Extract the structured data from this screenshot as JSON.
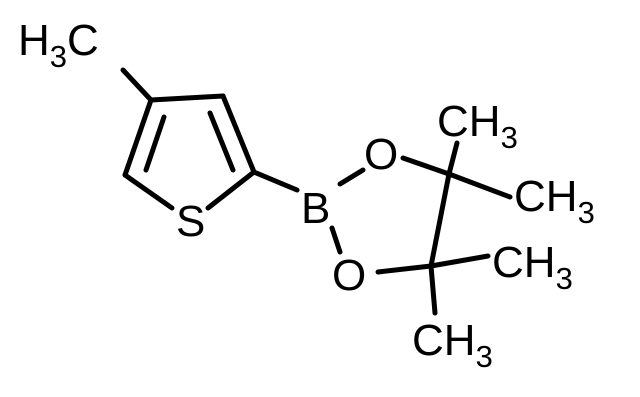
{
  "molecule": {
    "atoms": {
      "methyl_thiophene": {
        "symbol": "H",
        "subscript": "3",
        "element": "C"
      },
      "sulfur": {
        "symbol": "S"
      },
      "boron": {
        "symbol": "B"
      },
      "oxygen_top": {
        "symbol": "O"
      },
      "oxygen_bottom": {
        "symbol": "O"
      },
      "methyl_1": {
        "element": "CH",
        "subscript": "3"
      },
      "methyl_2": {
        "element": "CH",
        "subscript": "3"
      },
      "methyl_3": {
        "element": "CH",
        "subscript": "3"
      },
      "methyl_4": {
        "element": "CH",
        "subscript": "3"
      }
    }
  },
  "colors": {
    "bond": "#000000",
    "label": "#000000",
    "background": "#ffffff"
  }
}
